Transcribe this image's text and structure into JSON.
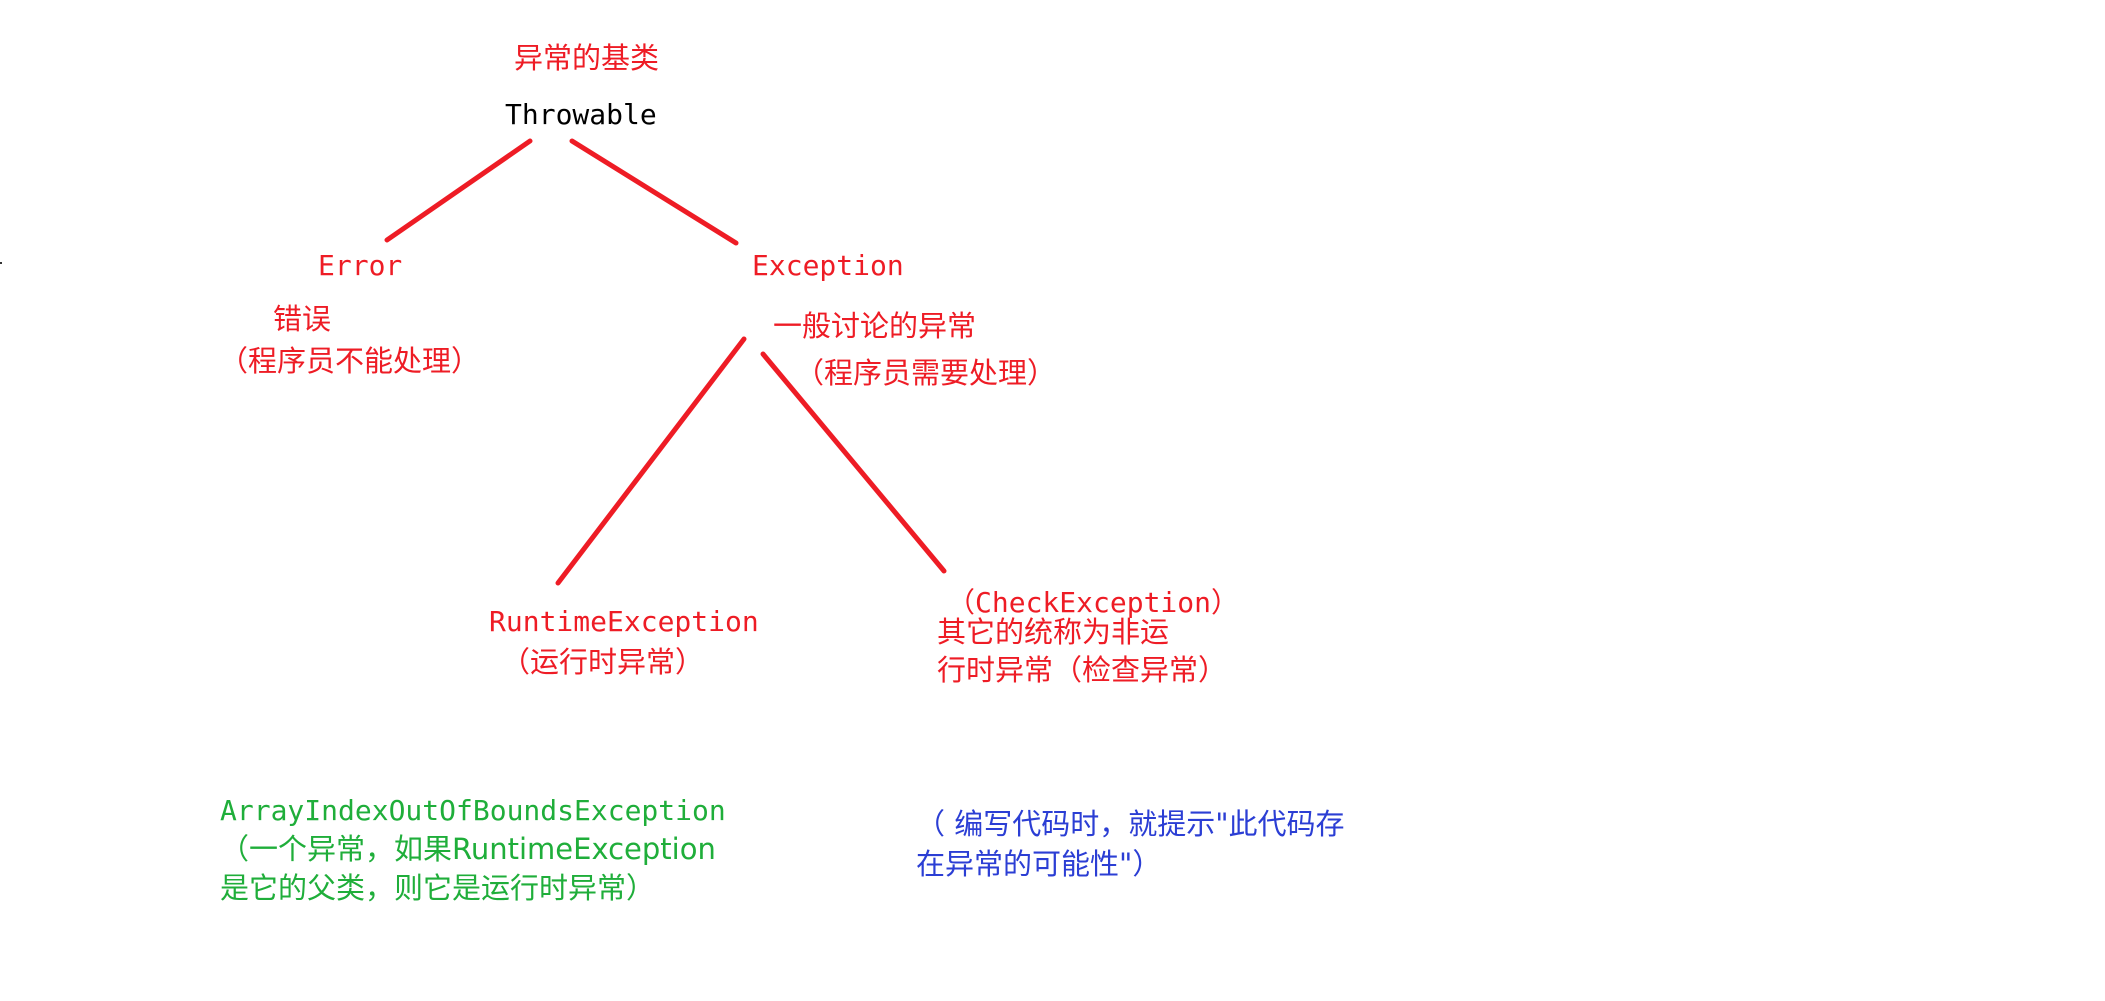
{
  "root": {
    "caption": "异常的基类",
    "name": "Throwable"
  },
  "error_node": {
    "name": "Error",
    "desc_line1": "错误",
    "desc_line2": "（程序员不能处理）"
  },
  "exception_node": {
    "name": "Exception",
    "desc_line1": "一般讨论的异常",
    "desc_line2": "（程序员需要处理）"
  },
  "runtime_node": {
    "name": "RuntimeException",
    "desc": "（运行时异常）"
  },
  "checked_node": {
    "name": "（CheckException）",
    "desc_line1": "其它的统称为非运",
    "desc_line2": "行时异常（检查异常）"
  },
  "example_note": {
    "name": "ArrayIndexOutOfBoundsException",
    "line2": "（一个异常，如果RuntimeException",
    "line3": "是它的父类，则它是运行时异常）"
  },
  "checked_note": {
    "line1": "（ 编写代码时，就提示\"此代码存",
    "line2": "在异常的可能性\"）"
  },
  "colors": {
    "tree": "#ee1c25",
    "root_name": "#000000",
    "example_note": "#1fae3a",
    "checked_note": "#2b3ed4"
  }
}
